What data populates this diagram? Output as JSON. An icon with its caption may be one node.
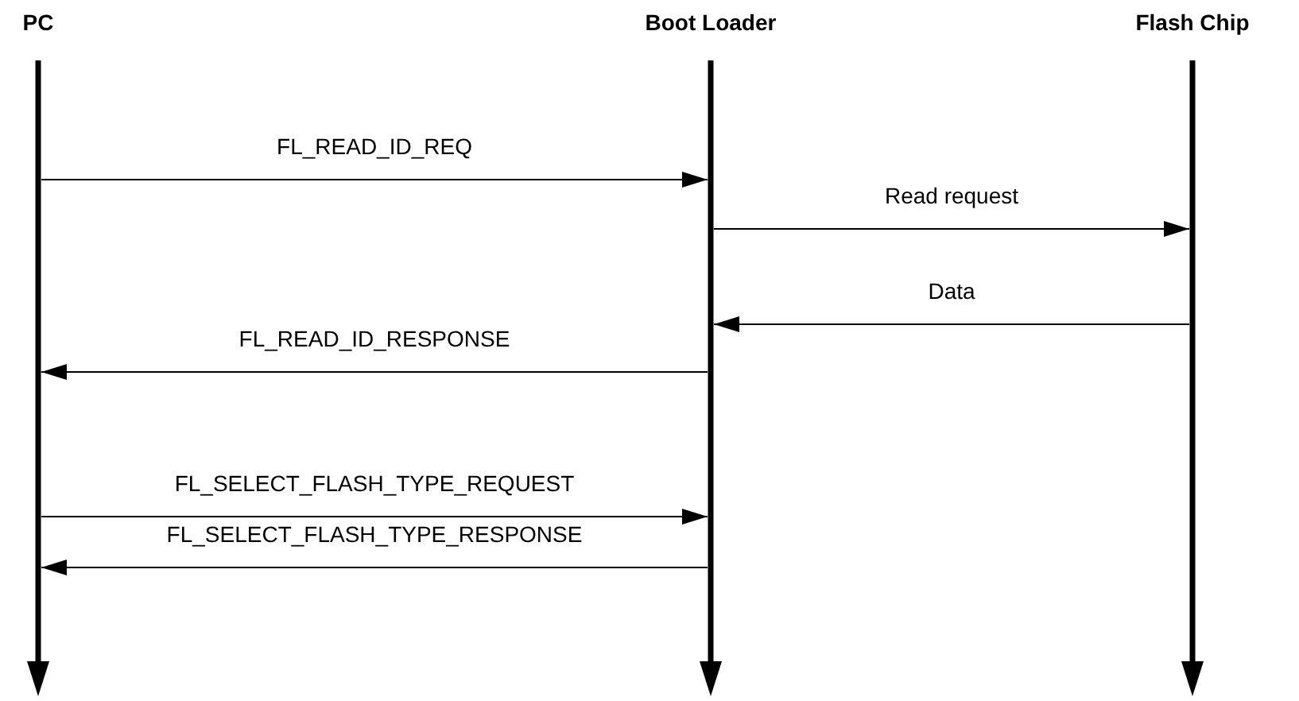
{
  "diagram": {
    "nodes": [
      {
        "text": [
          "PC"
        ]
      },
      {
        "text": [
          "Boot Loader"
        ]
      },
      {
        "text": [
          "Flash Chip"
        ]
      }
    ],
    "edges": [
      {
        "from": 0,
        "to": 1,
        "arrow": "to",
        "label": "FL_READ_ID_REQ"
      },
      {
        "from": 1,
        "to": 2,
        "arrow": "to",
        "label": "Read request"
      },
      {
        "from": 2,
        "to": 1,
        "arrow": "to",
        "label": "Data"
      },
      {
        "from": 1,
        "to": 0,
        "arrow": "to",
        "label": "FL_READ_ID_RESPONSE"
      },
      {
        "from": 0,
        "to": 1,
        "arrow": "to",
        "label": "FL_SELECT_FLASH_TYPE_REQUEST"
      },
      {
        "from": 1,
        "to": 0,
        "arrow": "to",
        "label": "FL_SELECT_FLASH_TYPE_RESPONSE"
      }
    ]
  }
}
